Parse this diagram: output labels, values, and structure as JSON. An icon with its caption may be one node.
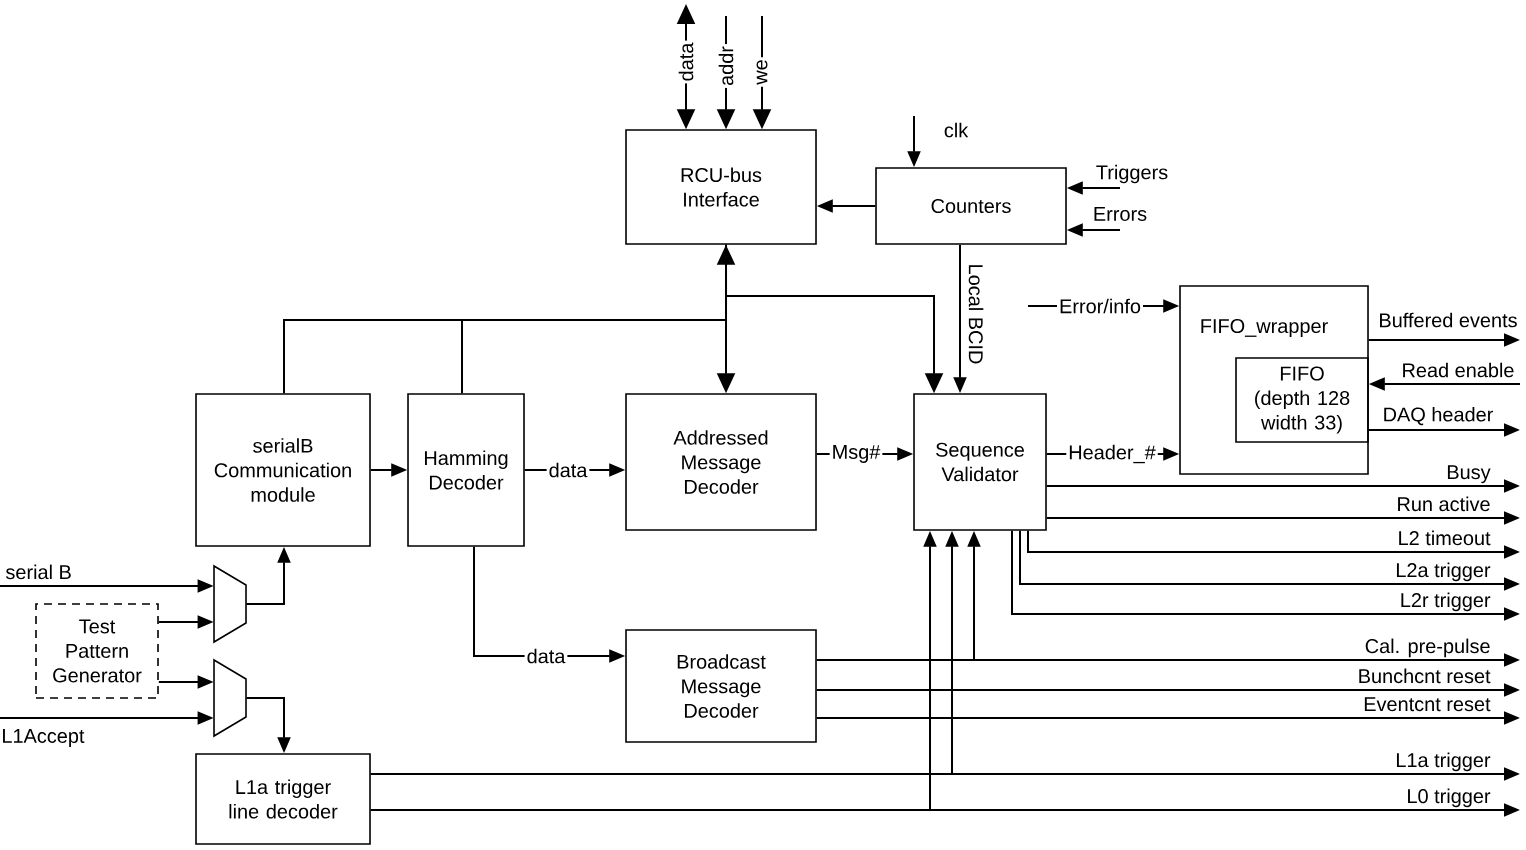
{
  "diagram": {
    "nodes": [
      {
        "text": [
          "RCU-bus Interface"
        ]
      },
      {
        "text": [
          "Counters"
        ]
      },
      {
        "text": [
          "FIFO_wrapper"
        ]
      },
      {
        "text": [
          "FIFO (depth 128 width 33)"
        ],
        "in": 2
      },
      {
        "text": [
          "serialB Communication module"
        ]
      },
      {
        "text": [
          "Hamming Decoder"
        ]
      },
      {
        "text": [
          "Addressed Message Decoder"
        ]
      },
      {
        "text": [
          "Sequence Validator"
        ]
      },
      {
        "text": [],
        "shape": "trapezoid"
      },
      {
        "text": [
          "Test Pattern Generator"
        ]
      },
      {
        "text": [
          "Broadcast Message Decoder"
        ]
      },
      {
        "text": [],
        "shape": "trapezoid"
      },
      {
        "text": [
          "L1a trigger line decoder"
        ]
      }
    ],
    "edges": [
      {
        "from": null,
        "to": 0,
        "arrow": "both",
        "label": "data"
      },
      {
        "from": null,
        "to": 0,
        "arrow": "to",
        "label": "addr"
      },
      {
        "from": null,
        "to": 0,
        "arrow": "to",
        "label": "we"
      },
      {
        "from": null,
        "to": 1,
        "arrow": "to",
        "label": "clk"
      },
      {
        "from": null,
        "to": 1,
        "arrow": "to",
        "label": "Triggers"
      },
      {
        "from": null,
        "to": 1,
        "arrow": "to",
        "label": "Errors"
      },
      {
        "from": 1,
        "to": 0,
        "arrow": "to"
      },
      {
        "from": 6,
        "to": 0,
        "arrow": "both"
      },
      {
        "from": 4,
        "to": 0,
        "arrow": "none"
      },
      {
        "from": 5,
        "to": 0,
        "arrow": "none"
      },
      {
        "from": 0,
        "to": 7,
        "arrow": "to"
      },
      {
        "from": 1,
        "to": 7,
        "arrow": "to",
        "label": "Local BCID"
      },
      {
        "from": null,
        "to": 2,
        "arrow": "to",
        "label": "Error/info"
      },
      {
        "from": 2,
        "to": null,
        "arrow": "to",
        "label": "Buffered events"
      },
      {
        "from": null,
        "to": 3,
        "arrow": "to",
        "label": "Read enable"
      },
      {
        "from": 3,
        "to": null,
        "arrow": "to",
        "label": "DAQ header"
      },
      {
        "from": 4,
        "to": 5,
        "arrow": "to"
      },
      {
        "from": 5,
        "to": 6,
        "arrow": "to",
        "label": "data"
      },
      {
        "from": 5,
        "to": 10,
        "arrow": "to",
        "label": "data"
      },
      {
        "from": 6,
        "to": 7,
        "arrow": "to",
        "label": "Msg#"
      },
      {
        "from": 7,
        "to": 2,
        "arrow": "to",
        "label": "Header_#"
      },
      {
        "from": 7,
        "to": null,
        "arrow": "to",
        "label": "Busy"
      },
      {
        "from": 7,
        "to": null,
        "arrow": "to",
        "label": "Run active"
      },
      {
        "from": 7,
        "to": null,
        "arrow": "to",
        "label": "L2 timeout"
      },
      {
        "from": 7,
        "to": null,
        "arrow": "to",
        "label": "L2a trigger"
      },
      {
        "from": 7,
        "to": null,
        "arrow": "to",
        "label": "L2r trigger"
      },
      {
        "from": null,
        "to": 8,
        "arrow": "to",
        "label": "serial B"
      },
      {
        "from": 9,
        "to": 8,
        "arrow": "to"
      },
      {
        "from": 9,
        "to": 11,
        "arrow": "to"
      },
      {
        "from": null,
        "to": 11,
        "arrow": "to",
        "label": "L1Accept"
      },
      {
        "from": 8,
        "to": 4,
        "arrow": "to"
      },
      {
        "from": 11,
        "to": 12,
        "arrow": "to"
      },
      {
        "from": 10,
        "to": null,
        "arrow": "to",
        "label": "Cal. pre-pulse"
      },
      {
        "from": 10,
        "to": 7,
        "arrow": "to"
      },
      {
        "from": 10,
        "to": null,
        "arrow": "to",
        "label": "Bunchcnt reset"
      },
      {
        "from": 10,
        "to": null,
        "arrow": "to",
        "label": "Eventcnt reset"
      },
      {
        "from": 12,
        "to": null,
        "arrow": "to",
        "label": "L1a trigger"
      },
      {
        "from": 12,
        "to": 7,
        "arrow": "to"
      },
      {
        "from": 12,
        "to": null,
        "arrow": "to",
        "label": "L0 trigger"
      },
      {
        "from": 12,
        "to": 7,
        "arrow": "to"
      }
    ]
  }
}
